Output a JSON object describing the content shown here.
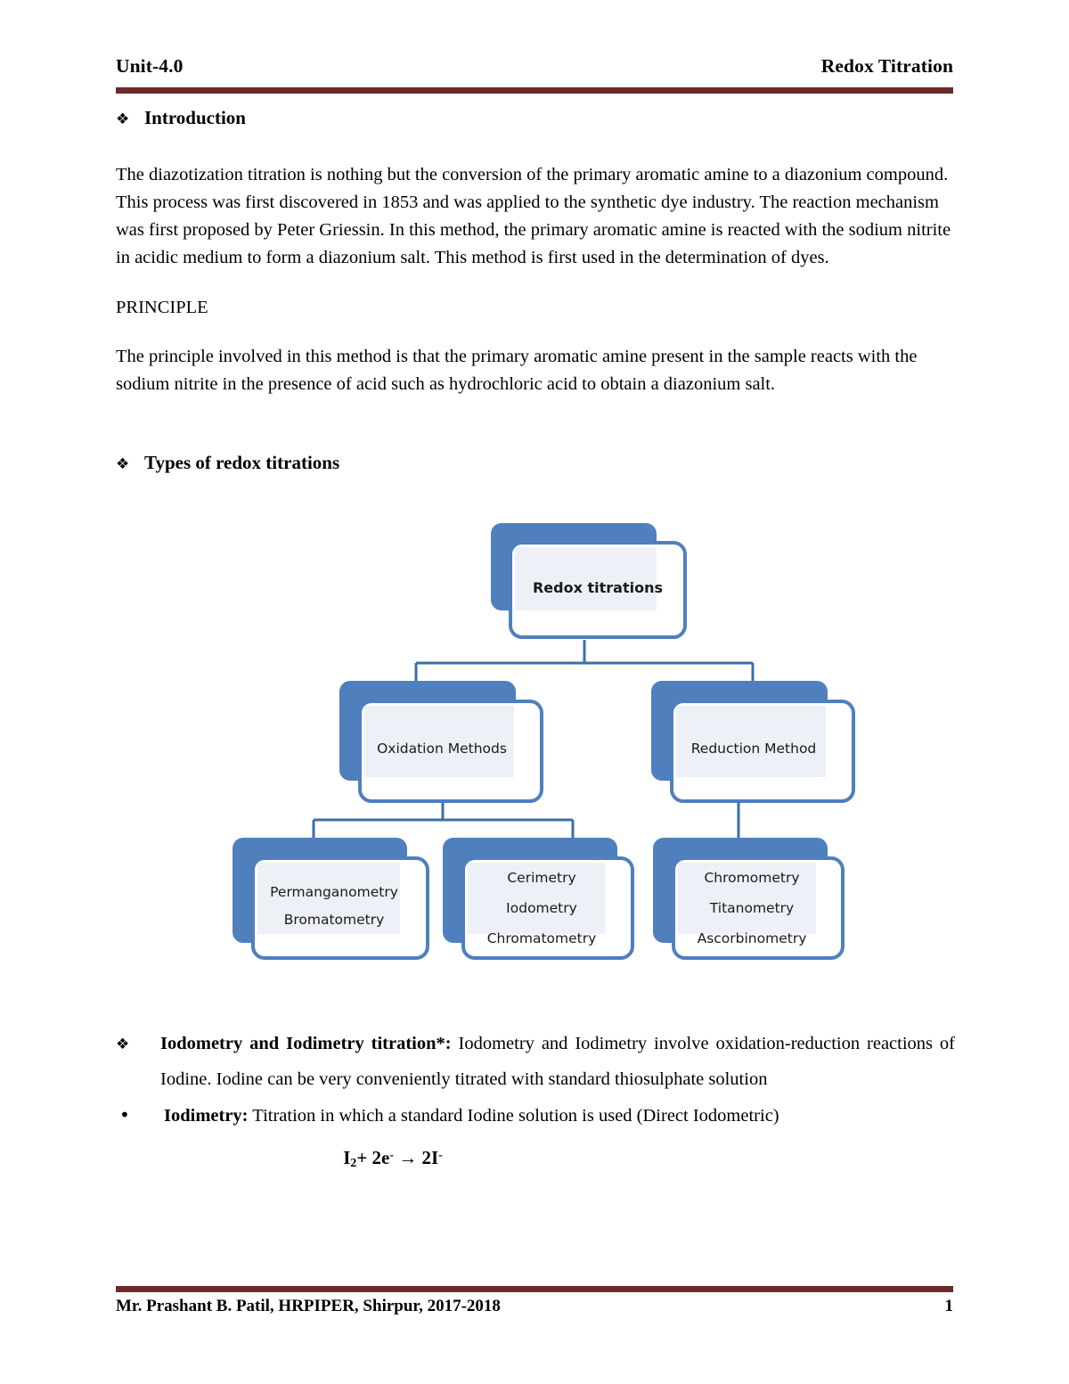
{
  "header": {
    "left": "Unit-4.0",
    "right": "Redox Titration"
  },
  "footer": {
    "left": "Mr. Prashant B. Patil, HRPIPER, Shirpur, 2017-2018",
    "page_number": "1"
  },
  "colors": {
    "rule": "#6D2A2A",
    "diagram_blue": "#4F80BD",
    "diagram_card_fill": "#EDF1F7",
    "diagram_card_white": "#FFFFFF"
  },
  "sections": {
    "intro_heading": "Introduction",
    "intro_bullet_glyph": "❖",
    "intro_paragraph": "The diazotization titration is nothing but the conversion of the primary aromatic amine to a diazonium compound. This process was first discovered in 1853 and was applied to the synthetic dye industry. The reaction mechanism was first proposed by Peter Griessin. In this method, the primary aromatic amine is reacted with the sodium nitrite in acidic medium to form a diazonium salt. This method is first used in the determination of dyes.",
    "principle_label": "PRINCIPLE",
    "principle_paragraph": "The principle involved in this method is that the primary aromatic amine present in the sample reacts with the sodium nitrite in the presence of acid such as hydrochloric acid to obtain a diazonium salt.",
    "types_heading": "Types of redox titrations"
  },
  "diagram": {
    "root": {
      "label": "Redox titrations"
    },
    "level2": [
      {
        "label": "Oxidation Methods"
      },
      {
        "label": "Reduction Method"
      }
    ],
    "level3": [
      {
        "lines": [
          "Permanganometry",
          "Bromatometry"
        ]
      },
      {
        "lines": [
          "Cerimetry",
          "Iodometry",
          "Chromatometry"
        ]
      },
      {
        "lines": [
          "Chromometry",
          "Titanometry",
          "Ascorbinometry"
        ]
      }
    ]
  },
  "bullets": [
    {
      "glyph": "❖",
      "bold": "Iodometry and Iodimetry titration*:",
      "text": " Iodometry and Iodimetry involve oxidation-reduction reactions of Iodine. Iodine can be very conveniently titrated with standard thiosulphate solution"
    },
    {
      "glyph": "•",
      "bold": "Iodimetry:",
      "text": " Titration in which a standard Iodine solution is used (Direct Iodometric)"
    }
  ],
  "formula": {
    "species1": "I",
    "species1_sub": "2",
    "plus": "+ 2e",
    "electron_sup": "-",
    "arrow": "→",
    "product": "2I",
    "product_sup": "-"
  }
}
